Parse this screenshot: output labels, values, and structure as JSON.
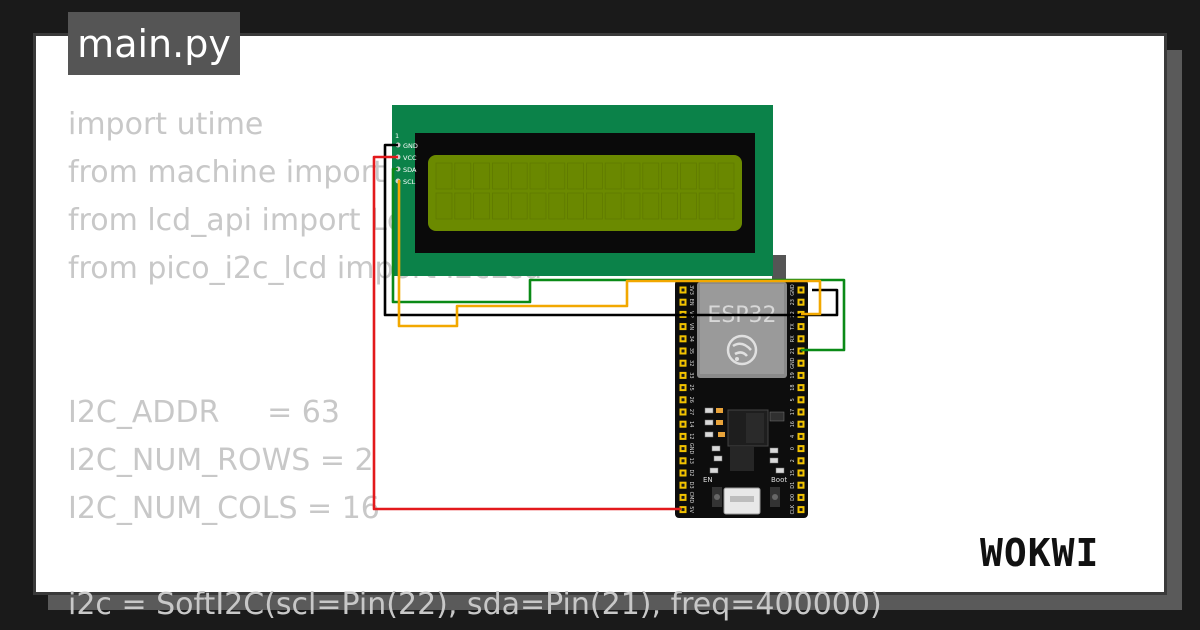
{
  "file_tab": {
    "label": "main.py"
  },
  "code_lines": [
    "import utime",
    "from machine import Pin, SoftI2C",
    "from lcd_api import LcdApi",
    "from pico_i2c_lcd import I2cLcd",
    "",
    "",
    "I2C_ADDR     = 63",
    "I2C_NUM_ROWS = 2",
    "I2C_NUM_COLS = 16",
    "",
    "i2c = SoftI2C(scl=Pin(22), sda=Pin(21), freq=400000)"
  ],
  "lcd": {
    "pin_labels": [
      "1",
      "GND",
      "VCC",
      "SDA",
      "SCL"
    ],
    "board_color": "#0b8249",
    "screen_color": "#6b8a00"
  },
  "esp32": {
    "chip_label": "ESP32",
    "left_pins": [
      "3V3",
      "EN",
      "VP",
      "VN",
      "34",
      "35",
      "32",
      "33",
      "25",
      "26",
      "27",
      "14",
      "12",
      "GND",
      "13",
      "D2",
      "D3",
      "CMD",
      "5V"
    ],
    "right_pins": [
      "GND",
      "23",
      "22",
      "TX",
      "RX",
      "21",
      "GND",
      "19",
      "18",
      "5",
      "17",
      "16",
      "4",
      "0",
      "2",
      "15",
      "D1",
      "D0",
      "CLK"
    ],
    "en_label": "EN",
    "boot_label": "Boot"
  },
  "wires": {
    "gnd_color": "#000000",
    "vcc_color": "#e3191c",
    "sda_color": "#0a8a17",
    "scl_color": "#f2a800"
  },
  "logo": {
    "text": "WOKWI"
  }
}
